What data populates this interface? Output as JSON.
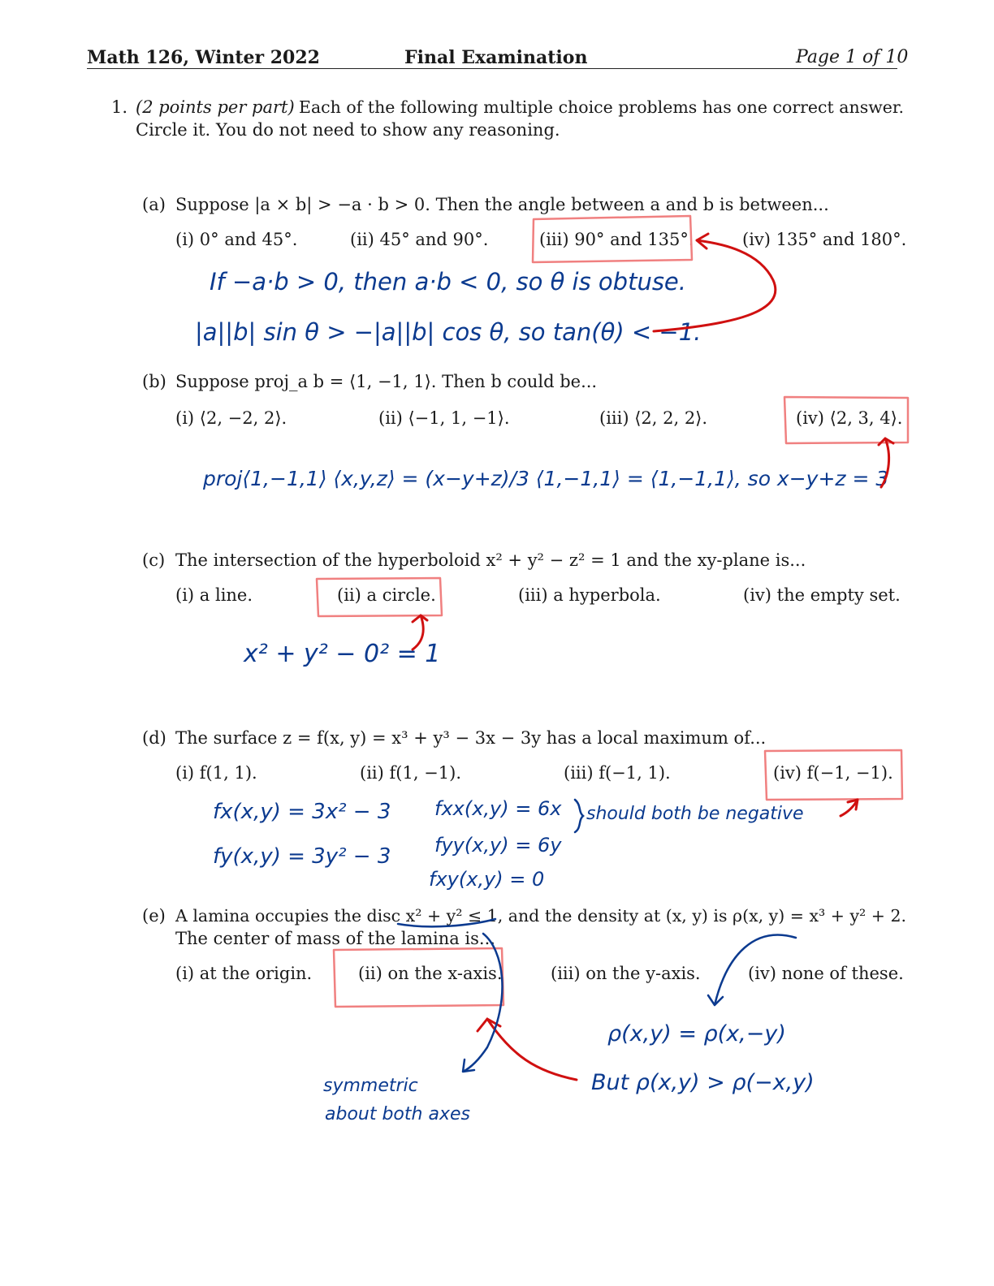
{
  "header": {
    "course": "Math 126, Winter 2022",
    "exam": "Final Examination",
    "page": "Page 1 of 10"
  },
  "question": {
    "number": "1.",
    "points": "(2 points per part)",
    "intro_line1": "Each of the following multiple choice problems has one correct answer.",
    "intro_line2": "Circle it. You do not need to show any reasoning."
  },
  "parts": {
    "a": {
      "label": "(a)",
      "prompt": "Suppose |a × b| > −a · b > 0. Then the angle between a and b is between...",
      "choices": [
        "(i) 0° and 45°.",
        "(ii) 45° and 90°.",
        "(iii) 90° and 135°.",
        "(iv) 135° and 180°."
      ],
      "selected": 2,
      "work": [
        "If −a·b > 0, then a·b < 0, so θ is obtuse.",
        "|a||b| sin θ > −|a||b| cos θ, so tan(θ) < −1."
      ]
    },
    "b": {
      "label": "(b)",
      "prompt": "Suppose proj_a b = ⟨1, −1, 1⟩. Then b could be...",
      "choices": [
        "(i) ⟨2, −2, 2⟩.",
        "(ii) ⟨−1, 1, −1⟩.",
        "(iii) ⟨2, 2, 2⟩.",
        "(iv) ⟨2, 3, 4⟩."
      ],
      "selected": 3,
      "work": [
        "proj⟨1,−1,1⟩ ⟨x,y,z⟩ = (x−y+z)/3 ⟨1,−1,1⟩ = ⟨1,−1,1⟩, so x−y+z = 3"
      ]
    },
    "c": {
      "label": "(c)",
      "prompt": "The intersection of the hyperboloid x² + y² − z² = 1 and the xy-plane is...",
      "choices": [
        "(i) a line.",
        "(ii) a circle.",
        "(iii) a hyperbola.",
        "(iv) the empty set."
      ],
      "selected": 1,
      "work": [
        "x² + y² − 0² = 1"
      ]
    },
    "d": {
      "label": "(d)",
      "prompt": "The surface z = f(x, y) = x³ + y³ − 3x − 3y has a local maximum of...",
      "choices": [
        "(i) f(1, 1).",
        "(ii) f(1, −1).",
        "(iii) f(−1, 1).",
        "(iv) f(−1, −1)."
      ],
      "selected": 3,
      "work": [
        "fx(x,y) = 3x² − 3",
        "fy(x,y) = 3y² − 3",
        "fxx(x,y) = 6x",
        "fyy(x,y) = 6y",
        "fxy(x,y) = 0",
        "should both be negative"
      ]
    },
    "e": {
      "label": "(e)",
      "prompt_line1": "A lamina occupies the disc x² + y² ≤ 1, and the density at (x, y) is ρ(x, y) = x³ + y² + 2.",
      "prompt_line2": "The center of mass of the lamina is...",
      "choices": [
        "(i) at the origin.",
        "(ii) on the x-axis.",
        "(iii) on the y-axis.",
        "(iv) none of these."
      ],
      "selected": 1,
      "work": [
        "symmetric",
        "about both axes",
        "ρ(x,y) = ρ(x,−y)",
        "But ρ(x,y) > ρ(−x,y)"
      ]
    }
  },
  "colors": {
    "circle": "#f08080",
    "arrow": "#d01010",
    "ink": "#0b3a8f"
  }
}
